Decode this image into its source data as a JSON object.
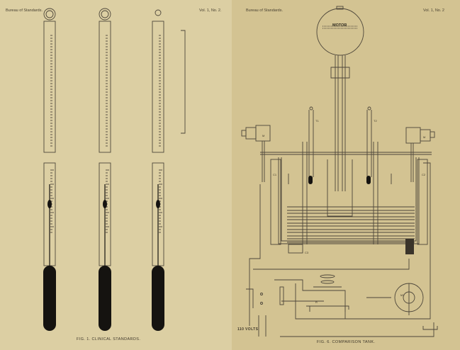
{
  "left_page": {
    "header_left": "Bureau of Standards.",
    "header_right": "Vol. 1, No. 2.",
    "caption": "FIG. 1. CLINICAL STANDARDS."
  },
  "right_page": {
    "header_left": "Bureau of Standards.",
    "header_right": "Vol. 1, No. 2",
    "caption": "FIG. 6. COMPARISON TANK.",
    "motor_label": "MOTOR",
    "voltage_label": "110 VOLTS",
    "labels": {
      "t1": "T1",
      "t2": "T2",
      "m_left": "M",
      "m_right": "M",
      "c1": "C1",
      "c2": "C2",
      "c3": "C3",
      "r": "R",
      "m1": "M1"
    }
  }
}
